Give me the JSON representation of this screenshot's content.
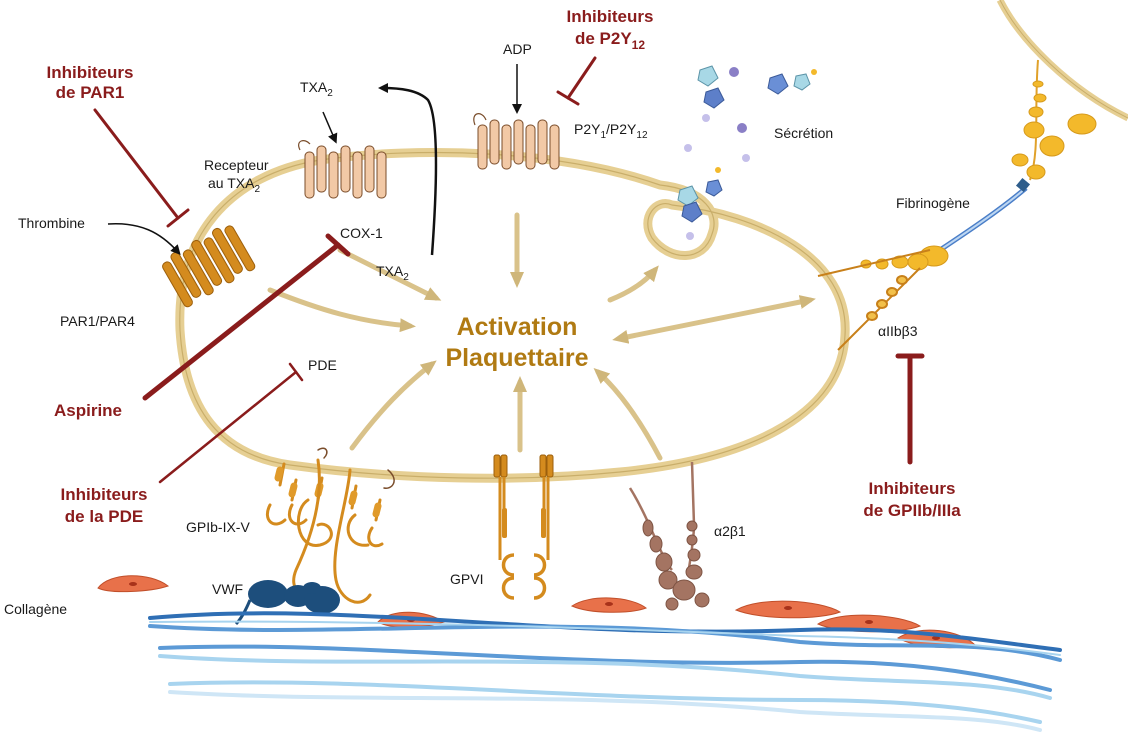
{
  "center": {
    "line1": "Activation",
    "line2": "Plaquettaire"
  },
  "inhibitors": {
    "par1": {
      "line1": "Inhibiteurs",
      "line2": "de PAR1"
    },
    "p2y12": {
      "line1": "Inhibiteurs",
      "line2_main": "de P2Y",
      "line2_sub": "12"
    },
    "aspirine": "Aspirine",
    "pde": {
      "line1": "Inhibiteurs",
      "line2": "de la PDE"
    },
    "gpiib": {
      "line1": "Inhibiteurs",
      "line2": "de GPIIb/IIIa"
    }
  },
  "labels": {
    "thrombine": "Thrombine",
    "par": "PAR1/PAR4",
    "txa2_top_main": "TXA",
    "txa2_top_sub": "2",
    "recepteur_line1": "Recepteur",
    "recepteur_line2_main": "au TXA",
    "recepteur_line2_sub": "2",
    "cox1": "COX-1",
    "txa2_inner_main": "TXA",
    "txa2_inner_sub": "2",
    "adp": "ADP",
    "p2y_a": "P2Y",
    "p2y_a_sub": "1",
    "p2y_sep": "/P2Y",
    "p2y_b_sub": "12",
    "secretion": "Sécrétion",
    "fibrinogene": "Fibrinogène",
    "integrin": "αIIbβ3",
    "pde": "PDE",
    "gpib": "GPIb-IX-V",
    "vwf": "VWF",
    "gpvi": "GPVI",
    "a2b1": "α2β1",
    "collagene": "Collagène"
  },
  "colors": {
    "membrane": "#e6cf93",
    "membrane_dark": "#c9ae6a",
    "receptor_orange": "#d48b1e",
    "receptor_peach": "#f2c9a6",
    "inhibitor": "#8a1c1c",
    "center_text": "#b07a12",
    "arrow": "#d9c28a",
    "collagen_dark": "#2f6fb5",
    "collagen_light": "#a8d4ef",
    "vwf": "#1d4e7c",
    "endothelial": "#e8714a",
    "fibrinogen": "#f3b92b",
    "alpha2beta1": "#a47462"
  },
  "icons": [
    "thrombin-arrow",
    "inhibition-bar",
    "receptor-7tm",
    "collagen-fiber",
    "vwf-protein",
    "secretion-granule"
  ]
}
